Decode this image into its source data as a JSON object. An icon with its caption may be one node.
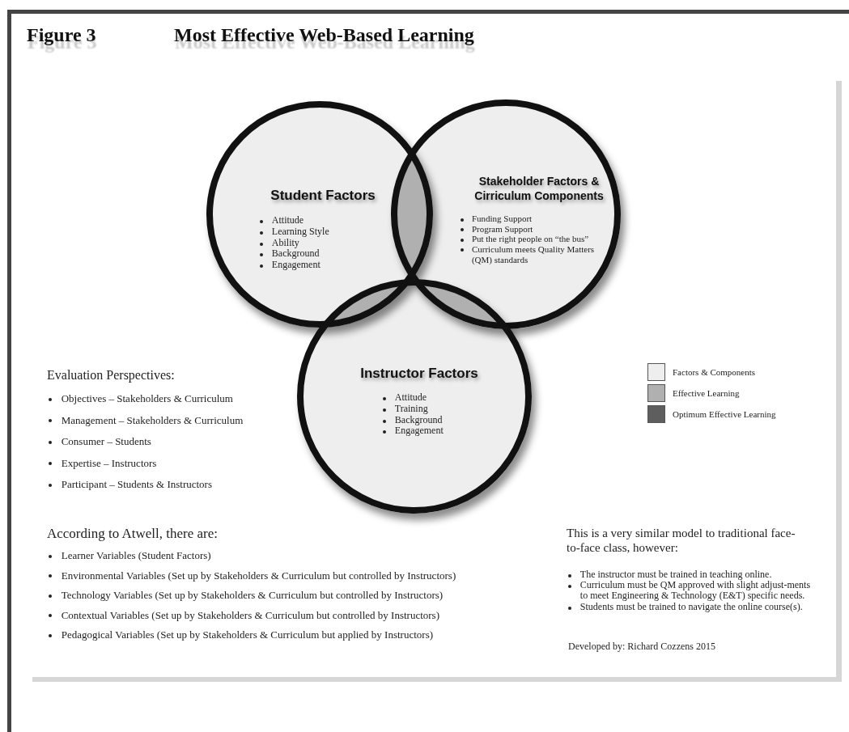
{
  "diagram": {
    "title": "Most Effective Web-Based Learning",
    "nodes": [
      {
        "text": [
          "Student Factors",
          "Attitude",
          "Learning Style",
          "Ability",
          "Background",
          "Engagement"
        ]
      },
      {
        "text": [
          "Stakeholder Factors & Cirriculum Components",
          "Funding Support",
          "Program Support",
          "Put the right people on “the bus”",
          "Curriculum meets Quality Matters (QM) standards"
        ]
      },
      {
        "text": [
          "Instructor Factors",
          "Attitude",
          "Training",
          "Background",
          "Engagement"
        ]
      }
    ],
    "edges": [],
    "labels": [
      "Figure 3",
      "Evaluation Perspectives:",
      "Objectives – Stakeholders & Curriculum",
      "Management – Stakeholders & Curriculum",
      "Consumer – Students",
      "Expertise – Instructors",
      "Participant – Students & Instructors",
      "According to Atwell, there are:",
      "Learner Variables (Student Factors)",
      "Environmental Variables (Set up by Stakeholders & Curriculum but controlled by Instructors)",
      "Technology Variables (Set up by Stakeholders & Curriculum but controlled by Instructors)",
      "Contextual Variables (Set up by Stakeholders & Curriculum but controlled by Instructors)",
      "Pedagogical Variables (Set up by Stakeholders & Curriculum but applied by Instructors)",
      "This is a very similar model to traditional face-to-face class, however:",
      "The instructor must be trained in teaching online.",
      "Curriculum must be QM approved with slight adjust-ments to meet Engineering & Technology (E&T) specific needs.",
      "Students must be trained to navigate the online course(s).",
      "Developed by: Richard Cozzens 2015"
    ],
    "legend": [
      {
        "text": "Factors & Components",
        "color": "#eeeeee"
      },
      {
        "text": "Effective Learning",
        "color": "#b0b0b0"
      },
      {
        "text": "Optimum Effective Learning",
        "color": "#5e5e5e"
      }
    ]
  }
}
